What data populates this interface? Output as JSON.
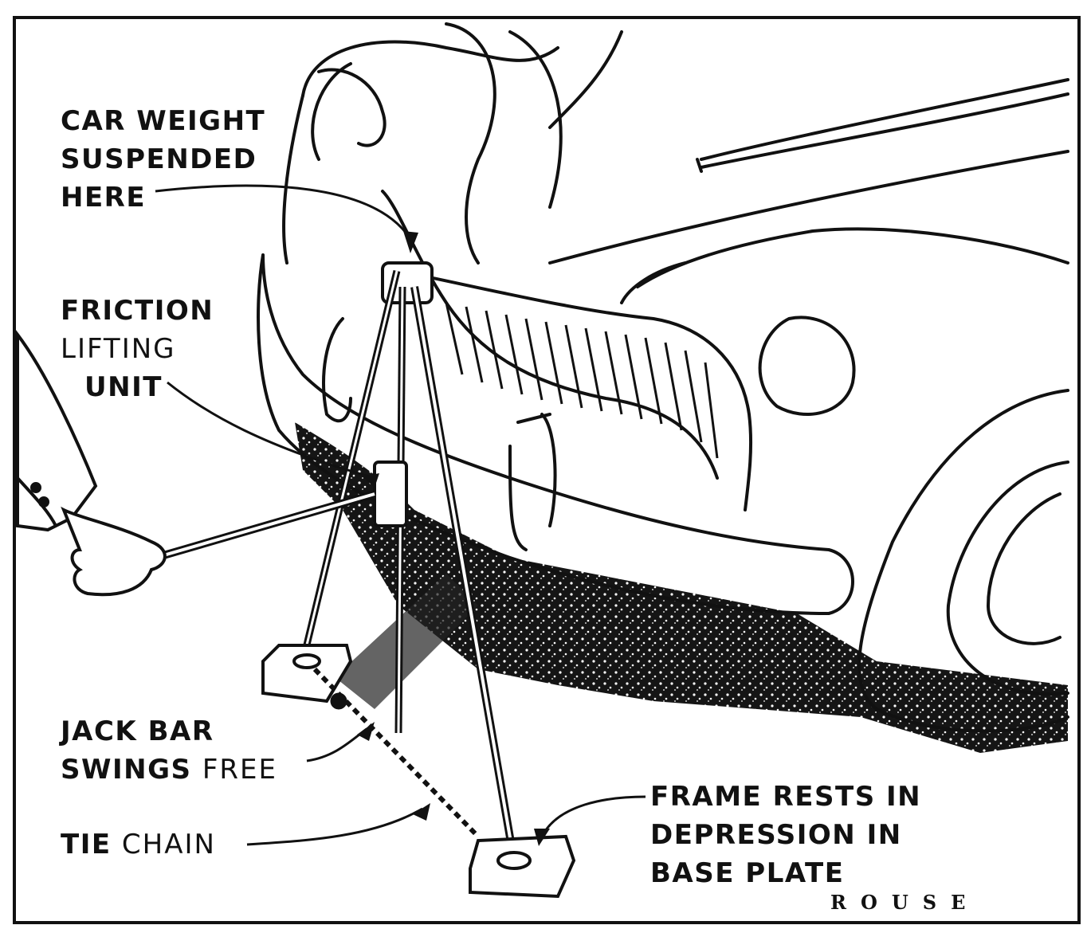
{
  "illustration": {
    "subject": "car-jack-diagram",
    "signature": "ROUSE"
  },
  "labels": {
    "car_weight": {
      "line1": "CAR WEIGHT",
      "line2": "SUSPENDED",
      "line3": "HERE"
    },
    "friction": {
      "line1": "FRICTION",
      "line2": "LIFTING",
      "line3": "UNIT"
    },
    "jack_bar": {
      "line1_bold": "JACK BAR",
      "line2_bold": "SWINGS",
      "line2_light": "FREE"
    },
    "tie_chain": {
      "bold": "TIE",
      "light": "CHAIN"
    },
    "frame_rests": {
      "line1": "FRAME RESTS IN",
      "line2": "DEPRESSION IN",
      "line3": "BASE PLATE"
    }
  },
  "colors": {
    "ink": "#111111",
    "paper": "#ffffff"
  }
}
